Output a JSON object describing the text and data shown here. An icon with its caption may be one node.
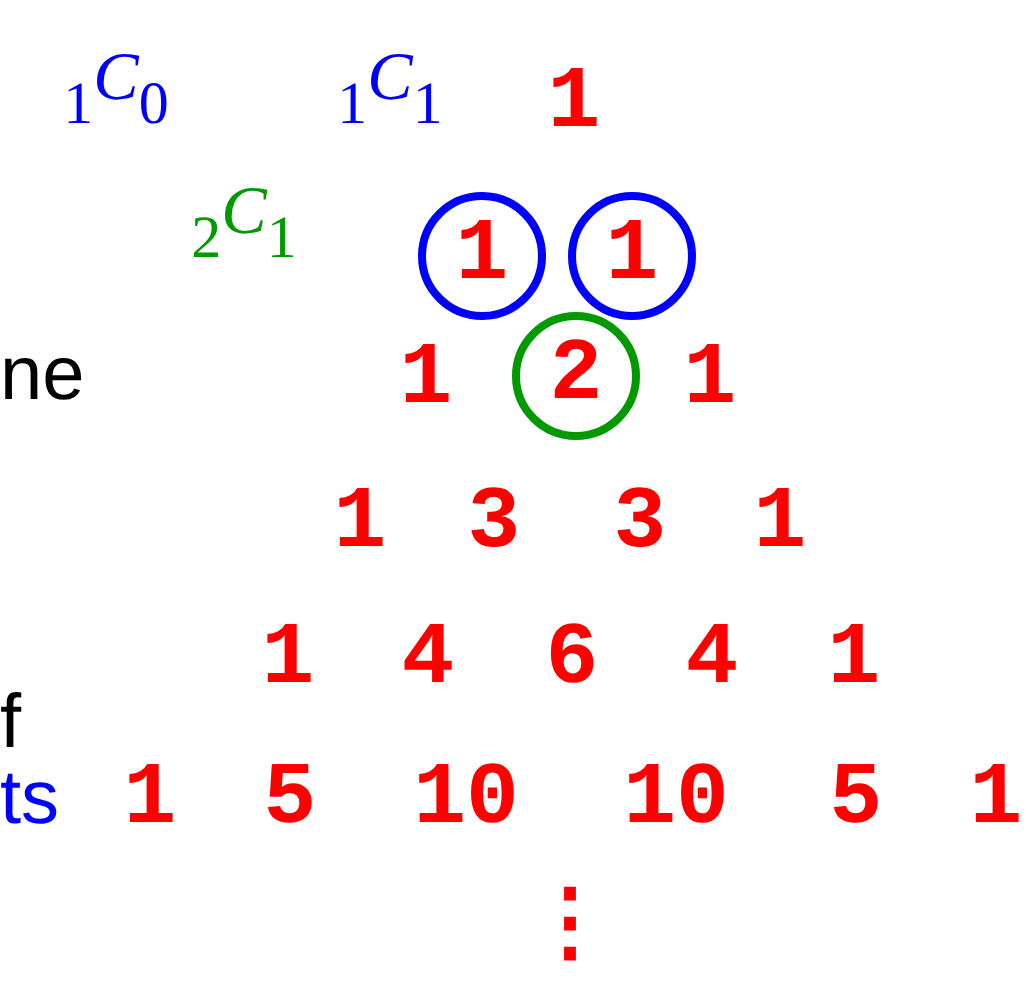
{
  "diagram": {
    "nodes": [
      {
        "text": [
          "1"
        ]
      },
      {
        "text": [
          "1"
        ]
      },
      {
        "text": [
          "2"
        ]
      }
    ],
    "labels": [
      "$_{1}$*C*$_{0}$",
      "$_{1}$*C*$_{1}$",
      "1",
      "$_{2}$*C*$_{1}$",
      "ne",
      "1",
      "1",
      "1",
      "3",
      "3",
      "1",
      "1",
      "4",
      "6",
      "4",
      "1",
      "f",
      "ts",
      "1",
      "5",
      "10",
      "10",
      "5",
      "1",
      "⋮"
    ]
  }
}
